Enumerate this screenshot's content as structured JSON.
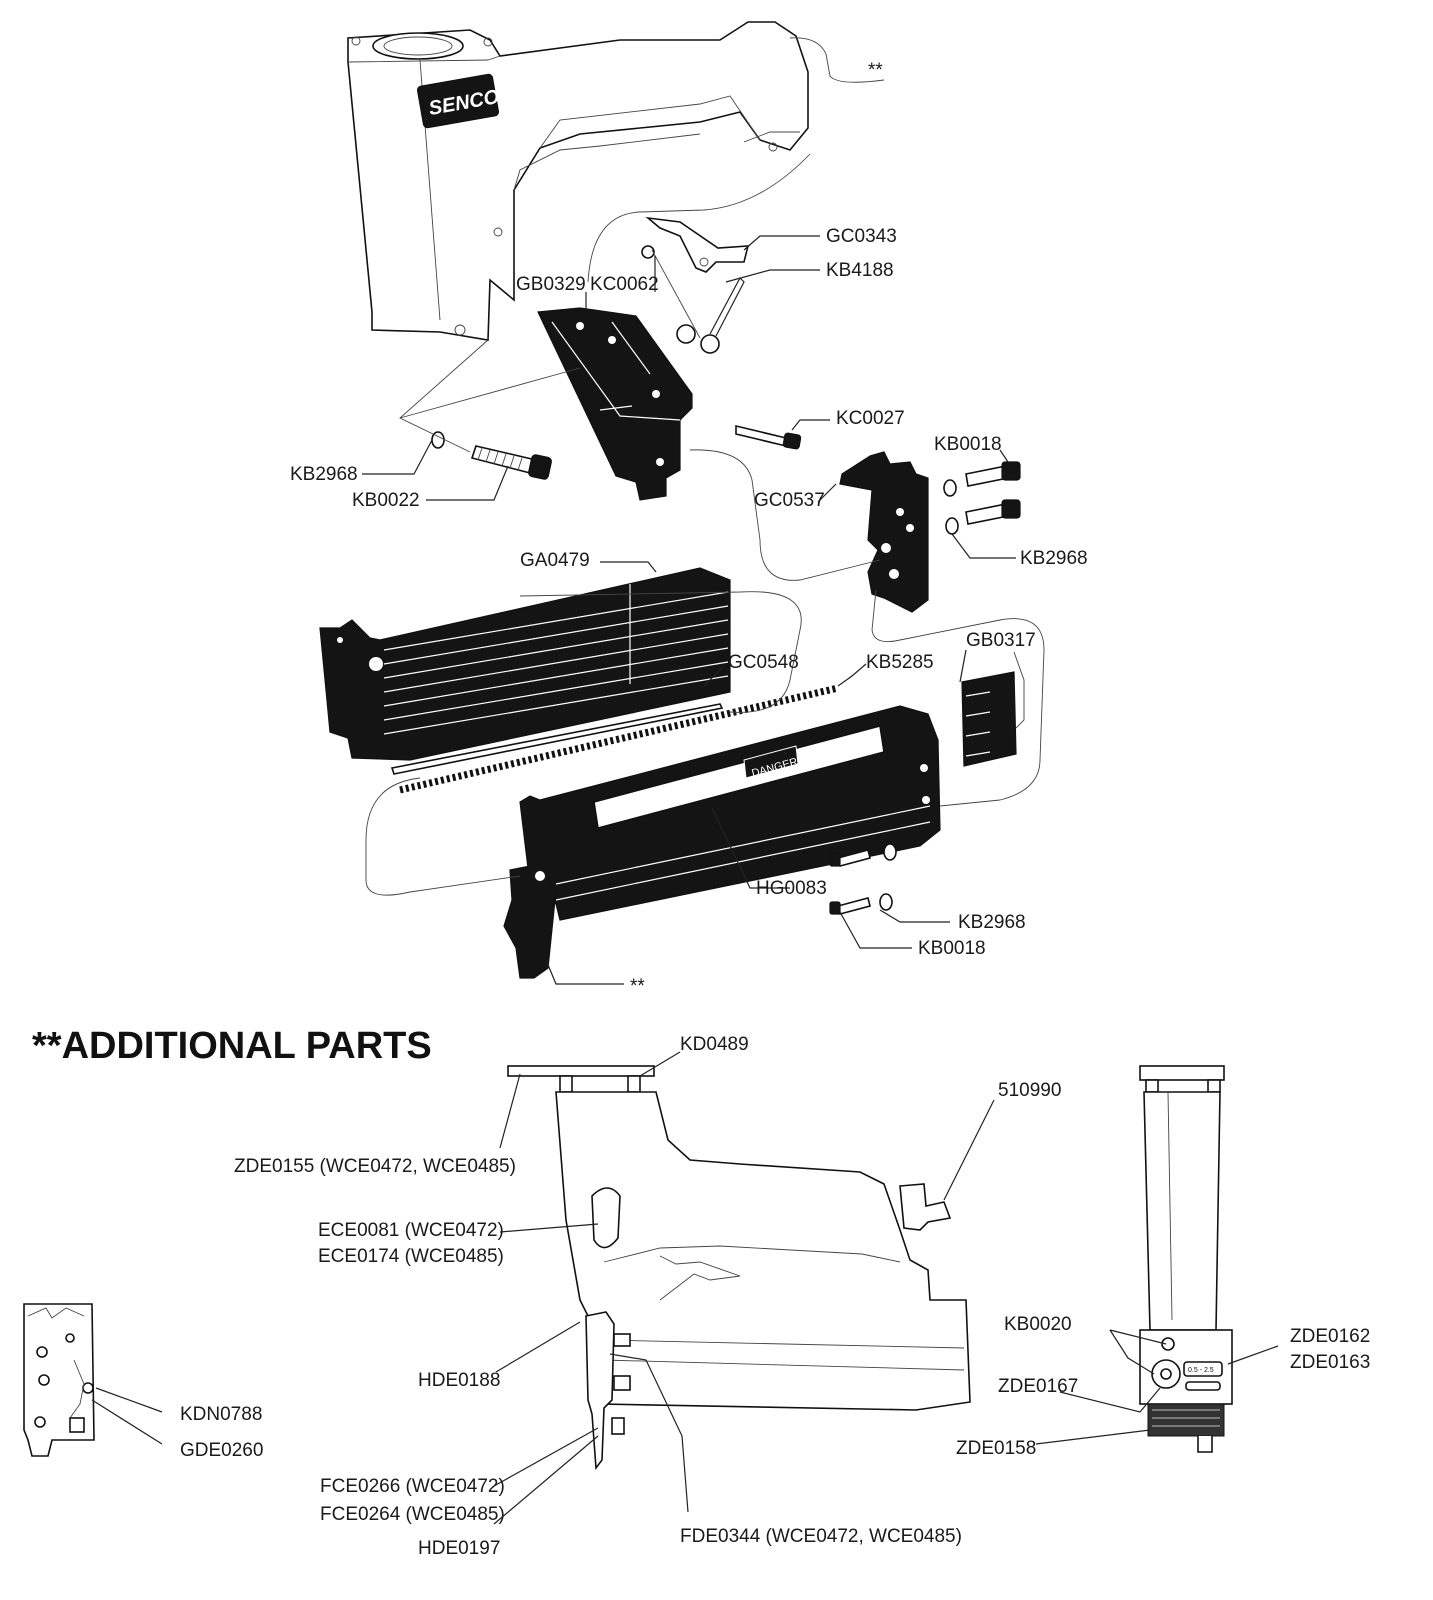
{
  "brand": "SENCO",
  "heading": "**ADDITIONAL PARTS",
  "danger_label": "DANGER",
  "adjust_scale": "0.5 - 2.5",
  "callouts": {
    "star_top": "**",
    "star_mid": "**",
    "GC0343": "GC0343",
    "KB4188": "KB4188",
    "GB0329": "GB0329",
    "KC0062": "KC0062",
    "KC0027": "KC0027",
    "KB0018_a": "KB0018",
    "KB2968_a": "KB2968",
    "KB0022": "KB0022",
    "GC0537": "GC0537",
    "KB2968_b": "KB2968",
    "GA0479": "GA0479",
    "GC0548": "GC0548",
    "KB5285": "KB5285",
    "GB0317": "GB0317",
    "HG0083": "HG0083",
    "KB2968_c": "KB2968",
    "KB0018_b": "KB0018",
    "KD0489": "KD0489",
    "p510990": "510990",
    "ZDE0155": "ZDE0155 (WCE0472, WCE0485)",
    "ECE0081": "ECE0081  (WCE0472)",
    "ECE0174": "ECE0174 (WCE0485)",
    "KB0020": "KB0020",
    "ZDE0162": "ZDE0162",
    "ZDE0163": "ZDE0163",
    "ZDE0167": "ZDE0167",
    "ZDE0158": "ZDE0158",
    "HDE0188": "HDE0188",
    "KDN0788": "KDN0788",
    "GDE0260": "GDE0260",
    "FCE0266": "FCE0266 (WCE0472)",
    "FCE0264": "FCE0264 (WCE0485)",
    "HDE0197": "HDE0197",
    "FDE0344": "FDE0344 (WCE0472, WCE0485)"
  }
}
